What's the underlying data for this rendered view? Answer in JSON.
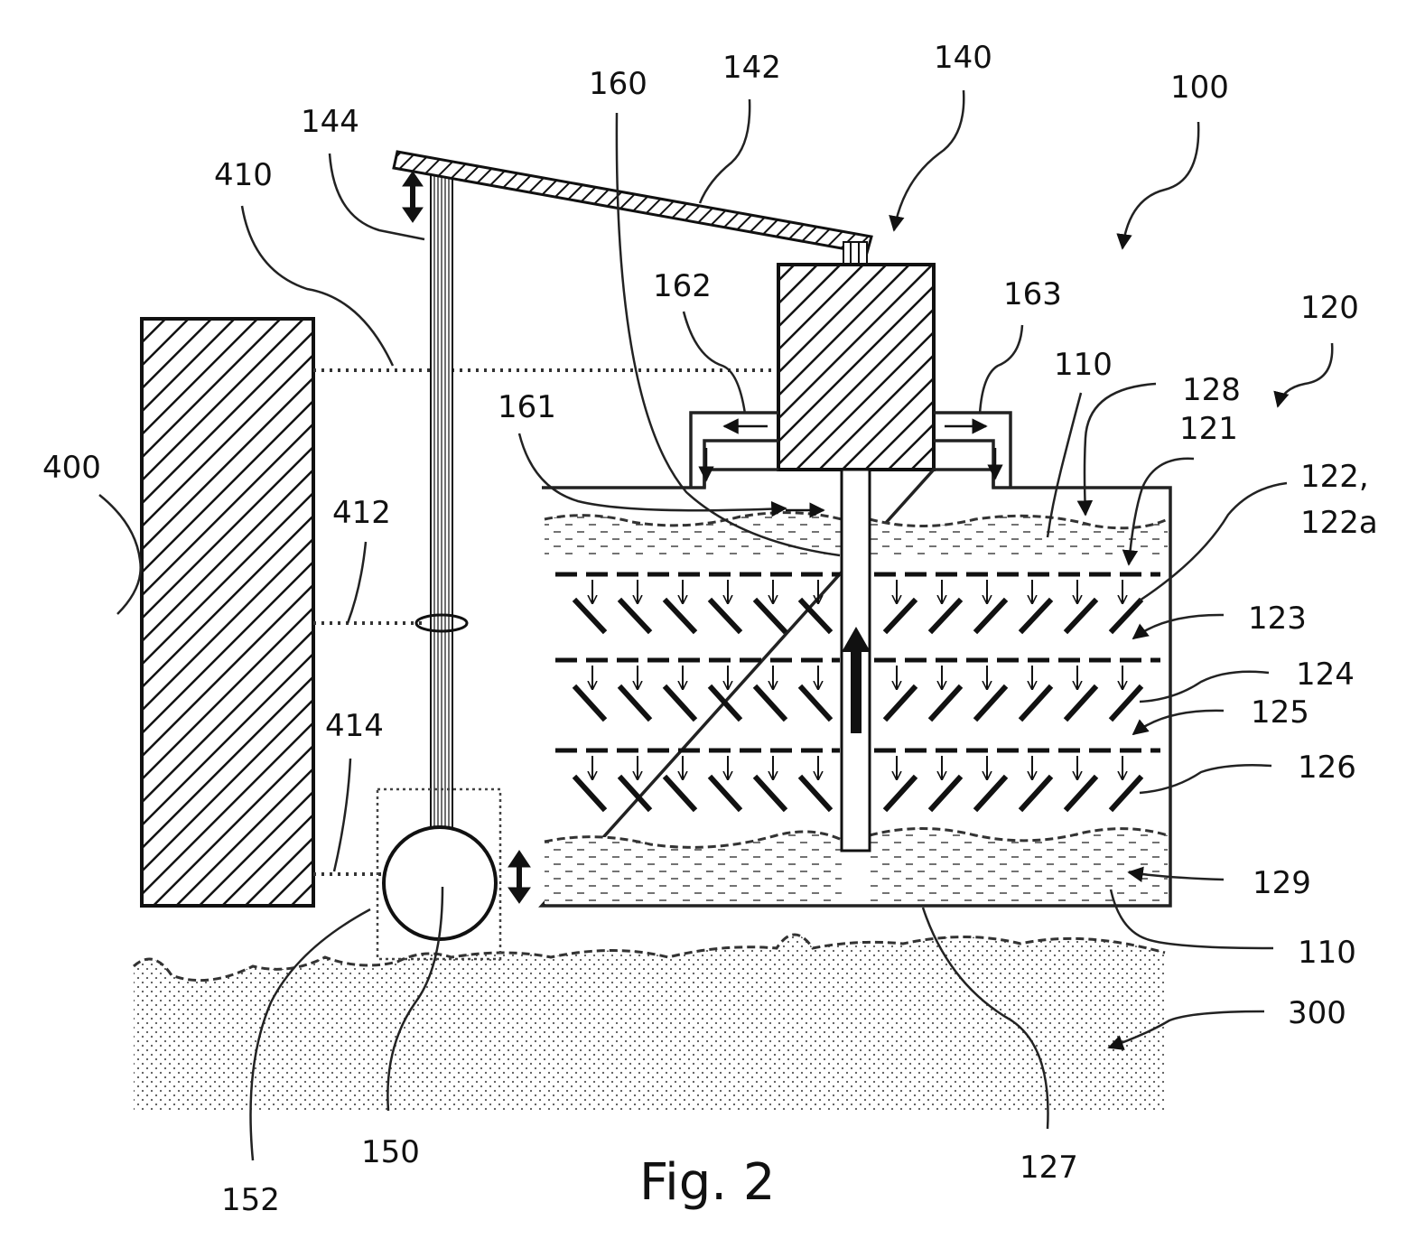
{
  "figure": {
    "caption": "Fig. 2",
    "labels": {
      "l100": "100",
      "l110a": "110",
      "l110b": "110",
      "l120": "120",
      "l121": "121",
      "l122": "122,",
      "l122a": "122a",
      "l123": "123",
      "l124": "124",
      "l125": "125",
      "l126": "126",
      "l127": "127",
      "l128": "128",
      "l129": "129",
      "l140": "140",
      "l142": "142",
      "l144": "144",
      "l150": "150",
      "l152": "152",
      "l160": "160",
      "l161": "161",
      "l162": "162",
      "l163": "163",
      "l300": "300",
      "l400": "400",
      "l410": "410",
      "l412": "412",
      "l414": "414"
    }
  }
}
